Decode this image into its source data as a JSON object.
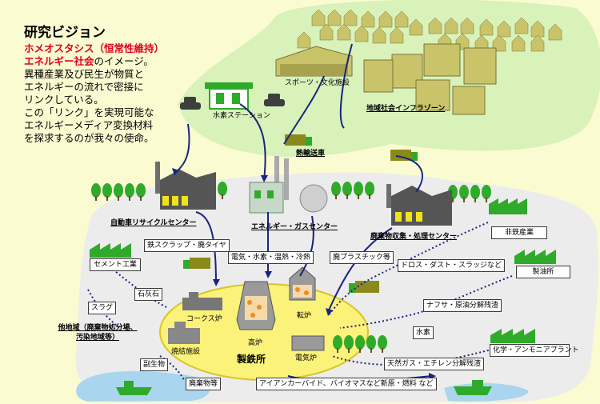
{
  "heading": "研究ビジョン",
  "intro": {
    "highlight_1": "ホメオスタシス（恒常性維持）",
    "highlight_2": "エネルギー社会",
    "line_2_rest": "のイメージ。",
    "line_3": "異種産業及び民生が物質と",
    "line_4": "エネルギーの流れで密接に",
    "line_5": "リンクしている。",
    "line_6": "この「リンク」を実現可能な",
    "line_7": "エネルギーメディア変換材料",
    "line_8": "を探求するのが我々の使命。"
  },
  "facilities": {
    "sports_culture": "スポーツ・文化施設",
    "hydrogen_station": "水素ステーション",
    "community_infra": "地域社会インフラゾーン",
    "heat_transport": "熱輸送車",
    "auto_recycle": "自動車リサイクルセンター",
    "energy_gas": "エネルギー・ガスセンター",
    "waste_center": "廃棄物収集・処理センター",
    "non_ferrous": "非鉄産業",
    "cement": "セメント工業",
    "refinery": "製油所",
    "chemical": "化学・アンモニアプラント",
    "other_region": "他地域（廃棄物処分場、汚染地域等）"
  },
  "steelworks": {
    "name": "製鉄所",
    "blast_furnace": "高炉",
    "converter": "転炉",
    "coke_oven": "コークス炉",
    "sintering": "焼結施設",
    "electric_furnace": "電気炉"
  },
  "flows": {
    "iron_scrap": "鉄スクラップ・廃タイヤ",
    "electricity": "電気・水素・温熱・冷熱",
    "waste_plastic": "廃プラスチック等",
    "dross": "ドロス・ダスト・スラッジなど",
    "limestone": "石灰石",
    "slag": "スラグ",
    "naphtha": "ナフサ・原油分解残渣",
    "hydrogen": "水素",
    "byproduct": "副生物",
    "waste_etc": "廃棄物等",
    "natural_gas": "天然ガス・エチレン分解残渣",
    "iron_carbide": "アイアンカーバイド、バイオマスなど新原・燃料 など"
  },
  "colors": {
    "city_green": "#d8f2ba",
    "industrial_gray": "#ececec",
    "steelworks_yellow": "#fbf27a",
    "accent_red": "#e0001b",
    "flow_navy": "#1a237e",
    "building_dark": "#555555",
    "tree_green": "#2faa2a",
    "truck_olive": "#8a8a1a"
  }
}
